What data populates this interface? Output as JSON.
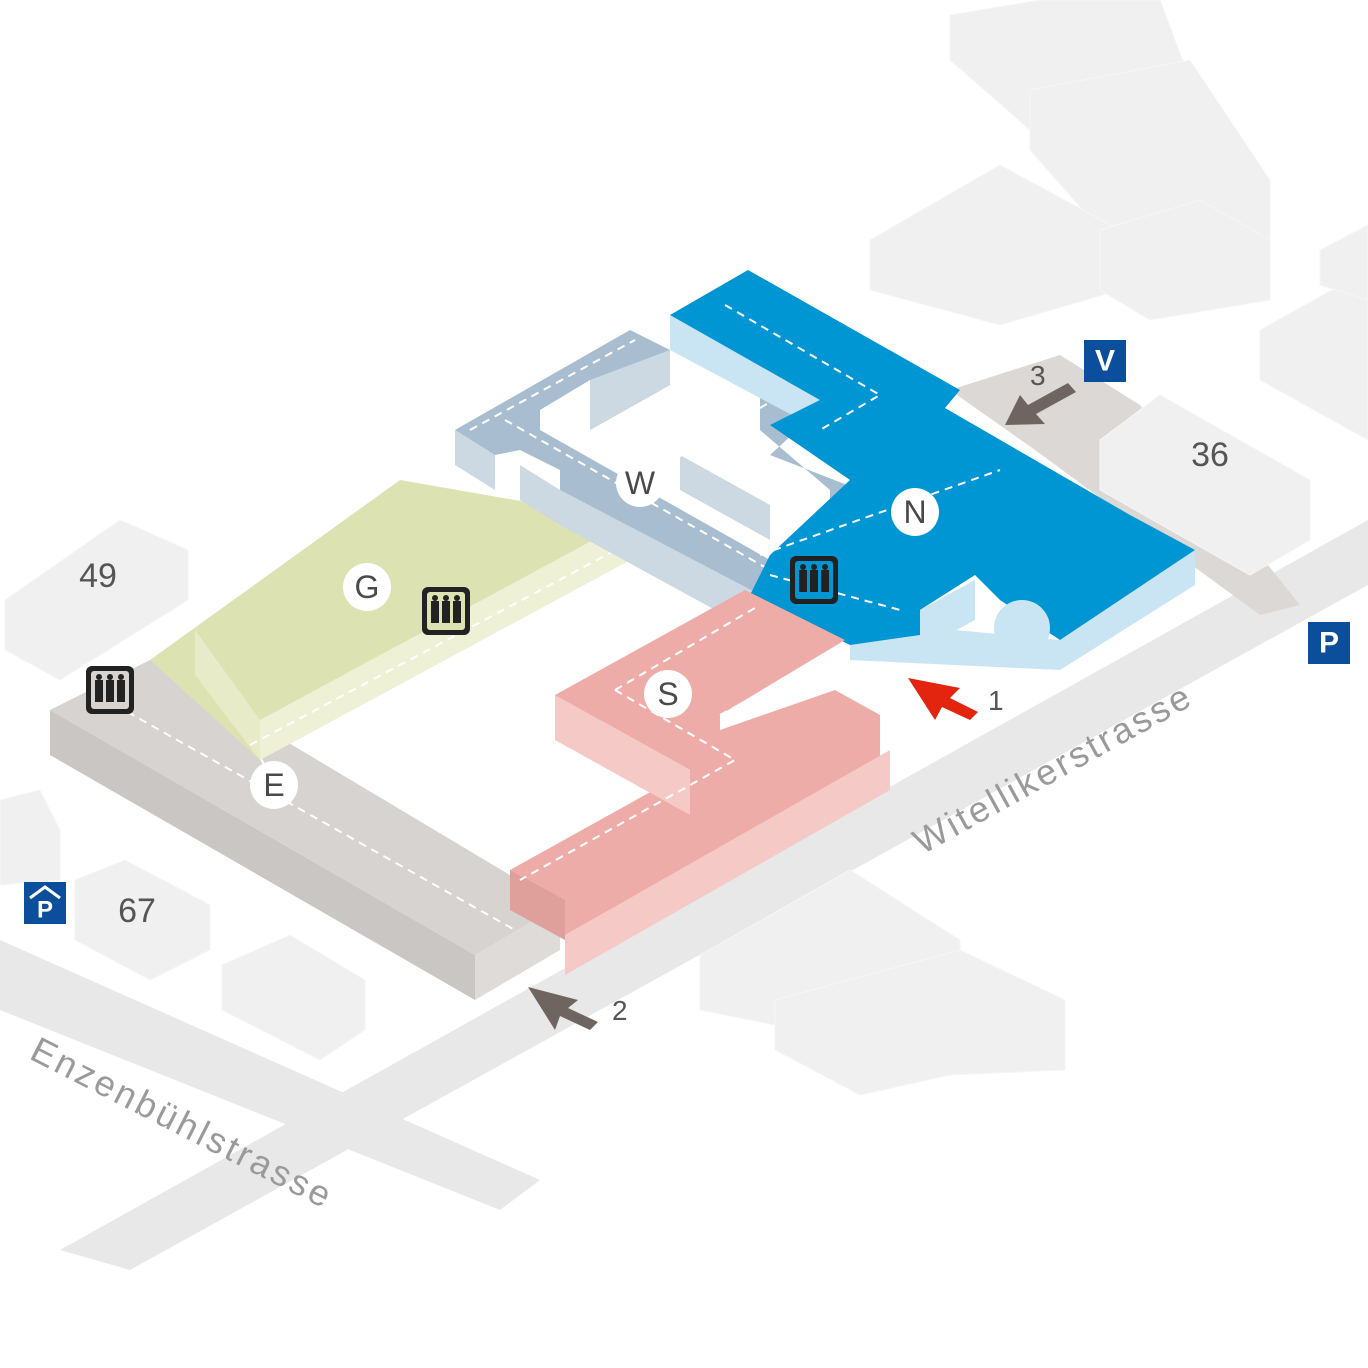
{
  "colors": {
    "nord": "#0095d3",
    "nord_side": "#c9e4f2",
    "west": "#a8bdcf",
    "west_side": "#ccd9e3",
    "sued": "#eeaca8",
    "sued_side": "#f4c9c6",
    "g": "#dde2b2",
    "e": "#d4d1cf",
    "neighbor": "#f0f0f0",
    "street": "#e6e6e6",
    "arrow_main": "#e3240f",
    "arrow_secondary": "#6f6560",
    "sign_blue": "#0b4f9c"
  },
  "zones": [
    {
      "id": "N",
      "label": "N"
    },
    {
      "id": "W",
      "label": "W"
    },
    {
      "id": "S",
      "label": "S"
    },
    {
      "id": "G",
      "label": "G"
    },
    {
      "id": "E",
      "label": "E"
    }
  ],
  "building_numbers": {
    "b49": "49",
    "b67": "67",
    "b36": "36"
  },
  "streets": {
    "witellikerstrasse": "Witellikerstrasse",
    "enzenbuehlstrasse": "Enzenbühlstrasse"
  },
  "entrances": [
    {
      "number": "1",
      "color": "red"
    },
    {
      "number": "2",
      "color": "grey"
    },
    {
      "number": "3",
      "color": "grey"
    }
  ],
  "signs": {
    "visitor": "V",
    "parking": "P",
    "parking_garage": "P"
  },
  "icons": [
    "elevator-icon",
    "elevator-icon",
    "elevator-icon",
    "parking-sign-icon",
    "parking-garage-icon",
    "visitor-sign-icon"
  ]
}
